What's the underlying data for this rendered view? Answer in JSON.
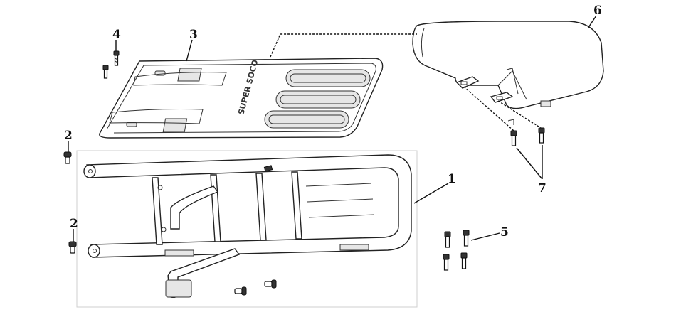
{
  "callouts": {
    "c1": "1",
    "c2a": "2",
    "c2b": "2",
    "c3": "3",
    "c4": "4",
    "c5": "5",
    "c6": "6",
    "c7": "7"
  },
  "decal_text": "SUPER SOCO",
  "colors": {
    "line": "#222222",
    "background": "#ffffff",
    "shade": "#e6e6e6"
  }
}
